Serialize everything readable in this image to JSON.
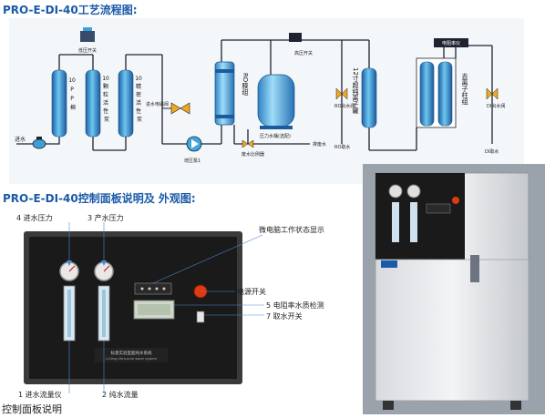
{
  "headings": {
    "flow_title": "PRO-E-DI-40工艺流程图:",
    "panel_title": "PRO-E-DI-40控制面板说明及 外观图:",
    "caption": "控制面板说明"
  },
  "flow": {
    "inlet": "进水",
    "low_pressure_switch": "低压开关",
    "tank1": [
      "10",
      "P",
      "P",
      "棉"
    ],
    "tank2": [
      "10",
      "颗",
      "粒",
      "活",
      "性",
      "炭"
    ],
    "tank3": [
      "10",
      "精",
      "密",
      "活",
      "性",
      "炭"
    ],
    "solenoid": "进水电磁阀",
    "booster_pump": "增压泵1",
    "ro_label": "RO膜组",
    "high_pressure_switch": "高压开关",
    "pressure_tank": "压力水桶(选配)",
    "drain_ratio": "废水比例器",
    "drain": "排废水",
    "ro_outlet_valve": "RO出水阀",
    "ro_water": "RO取水",
    "tank4": "12寸超纯离子罐",
    "resistivity": "电阻率仪",
    "deion_column": "去离子柱组",
    "di_outlet_valve": "DI出水阀",
    "di_water": "DI取水"
  },
  "panel": {
    "label_inlet_pressure": "4 进水压力",
    "label_product_pressure": "3 产水压力",
    "label_mcu_status": "微电脑工作状态显示",
    "label_power": "电源开关",
    "label_resistivity": "5 电阻率水质检测",
    "label_outlet": "7 取水开关",
    "label_inlet_flow": "1 进水流量仪",
    "label_pure_flow": "2 纯水流量",
    "nameplate_cn": "标意实验室超纯水系统",
    "nameplate_en": "Li-Ding Ultra-pure water system"
  },
  "colors": {
    "title_blue": "#1a5aa8",
    "pipe": "#1d2330",
    "cyan_vessel": "#3c9fd6",
    "valve_orange": "#f2a81d",
    "panel_black": "#1a1a1a",
    "power_red": "#e03a10"
  }
}
